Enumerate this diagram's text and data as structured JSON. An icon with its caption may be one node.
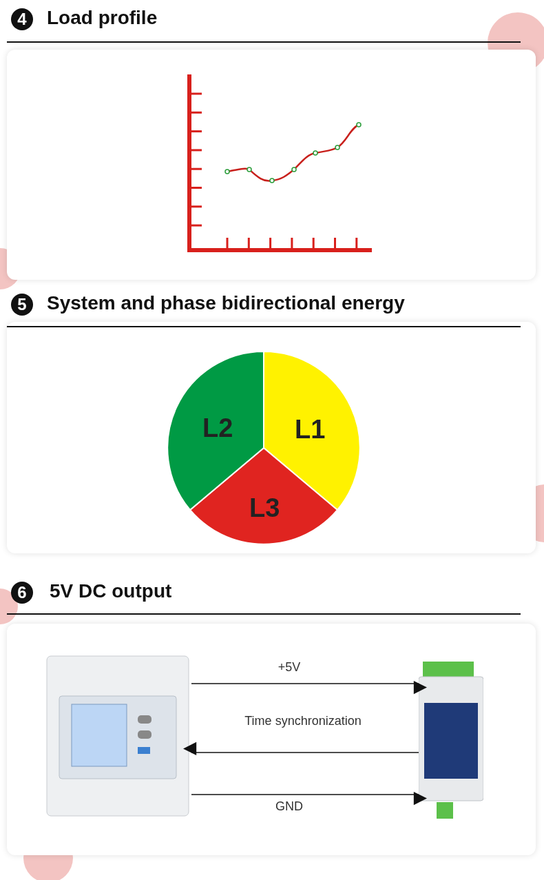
{
  "diagram": {
    "nodes": [
      {
        "text": [],
        "shape": "picture"
      },
      {
        "text": [],
        "shape": "picture"
      }
    ],
    "edges": [
      {
        "from": 0,
        "to": 1,
        "arrow": "to",
        "label": "+5V"
      },
      {
        "from": 1,
        "to": 0,
        "arrow": "to",
        "label": "Time synchronization"
      },
      {
        "from": 0,
        "to": 1,
        "arrow": "to",
        "label": "GND"
      }
    ],
    "labels": [
      "4",
      "Load profile",
      "5",
      "System and phase bidirectional energy",
      "L2",
      "L1",
      "L3",
      "6",
      "5V DC output"
    ]
  }
}
